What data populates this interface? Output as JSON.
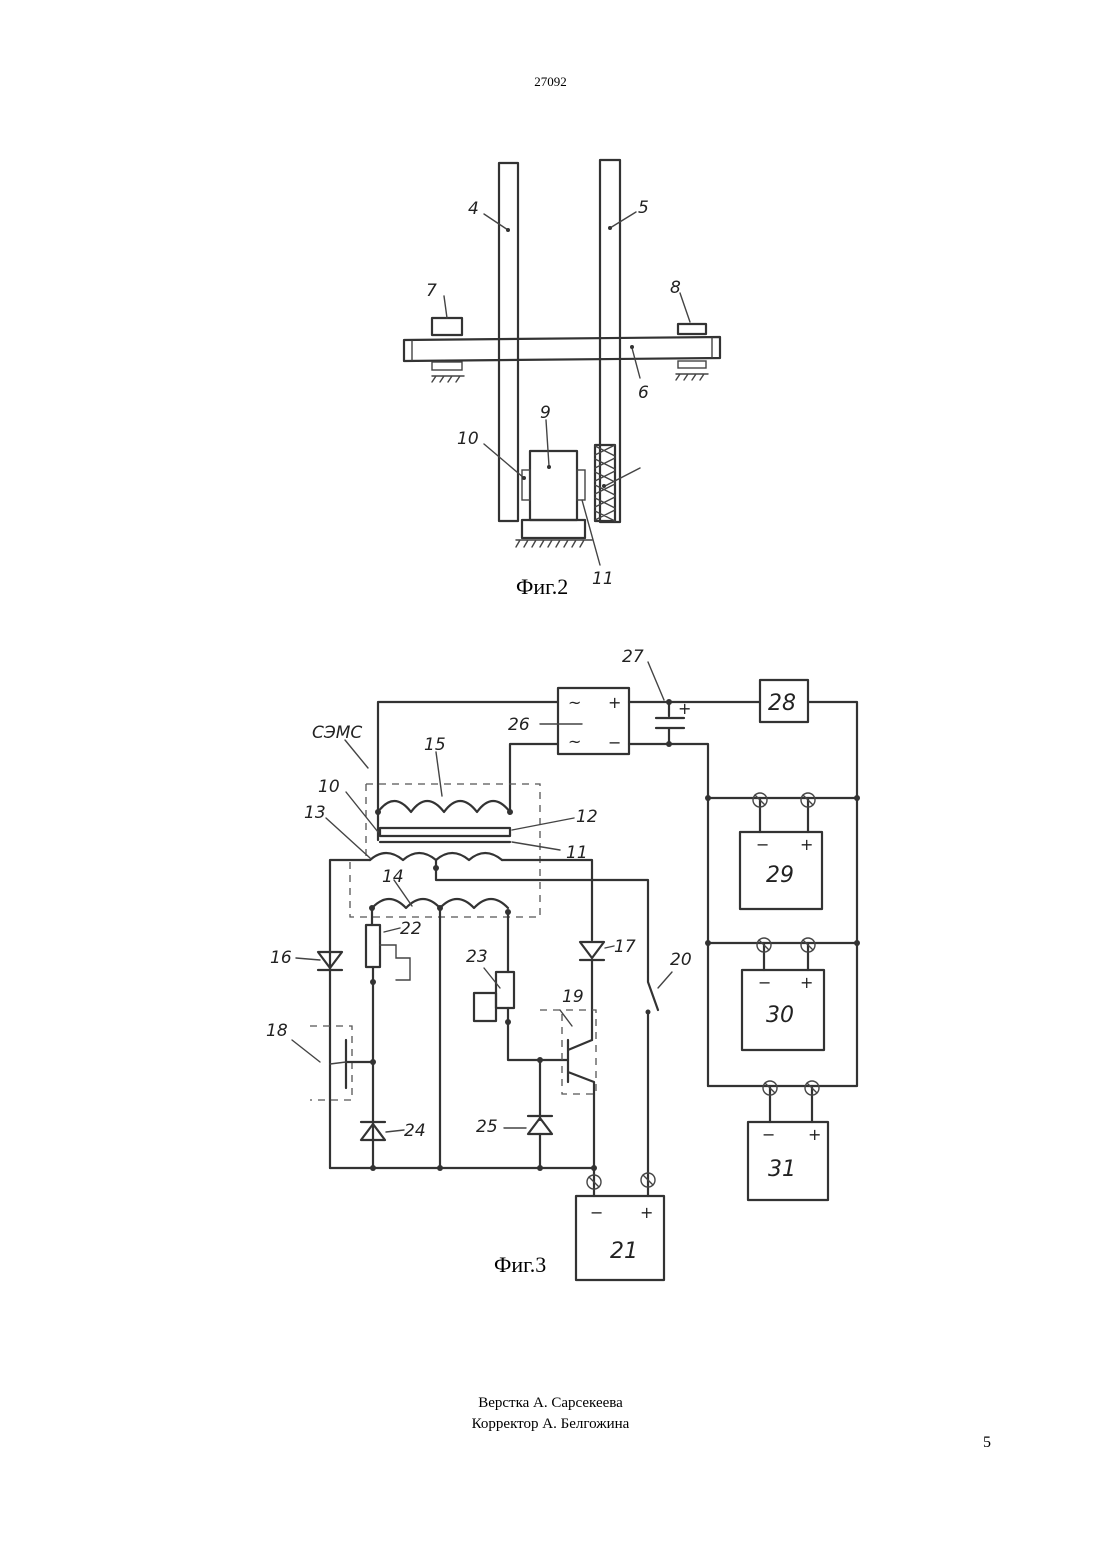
{
  "header": {
    "doc_number": "27092"
  },
  "fig2": {
    "caption": "Фиг.2",
    "labels": {
      "l4": "4",
      "l5": "5",
      "l6": "6",
      "l7": "7",
      "l8": "8",
      "l9": "9",
      "l10": "10",
      "l11": "11"
    }
  },
  "fig3": {
    "caption": "Фиг.3",
    "labels": {
      "semc": "СЭМС",
      "l10": "10",
      "l11": "11",
      "l12": "12",
      "l13": "13",
      "l14": "14",
      "l15": "15",
      "l16": "16",
      "l17": "17",
      "l18": "18",
      "l19": "19",
      "l20": "20",
      "l21": "21",
      "l22": "22",
      "l23": "23",
      "l24": "24",
      "l25": "25",
      "l26": "26",
      "l27": "27",
      "l28": "28",
      "l29": "29",
      "l30": "30",
      "l31": "31"
    },
    "signs": {
      "ac": "~",
      "plus": "+",
      "minus": "−"
    }
  },
  "footer": {
    "line1": "Верстка А. Сарсекеева",
    "line2": "Корректор А. Белгожина"
  },
  "page_number": "5"
}
